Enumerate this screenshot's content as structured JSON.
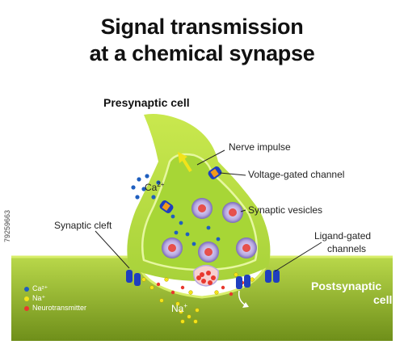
{
  "title": {
    "line1": "Signal transmission",
    "line2": "at a chemical synapse"
  },
  "labels": {
    "presynaptic": "Presynaptic cell",
    "nerve_impulse": "Nerve impulse",
    "voltage_gated": "Voltage-gated channel",
    "ca_ion": "Ca",
    "ca_sup": "2+",
    "synaptic_vesicles": "Synaptic vesicles",
    "synaptic_cleft": "Synaptic cleft",
    "ligand_gated_1": "Ligand-gated",
    "ligand_gated_2": "channels",
    "postsynaptic_1": "Postsynaptic",
    "postsynaptic_2": "cell",
    "na_ion": "Na",
    "na_sup": "+"
  },
  "legend": [
    {
      "label": "Ca²⁺",
      "color": "#1f5fbf"
    },
    {
      "label": "Na⁺",
      "color": "#f2e31a"
    },
    {
      "label": "Neurotransmitter",
      "color": "#e8382e"
    }
  ],
  "stock_id": "79259663",
  "colors": {
    "cell_green": "#b7e04a",
    "cell_dark": "#7fae1e",
    "membrane": "#d8f06a",
    "vesicle": "#b8a9e0",
    "neurotransmitter": "#e8382e",
    "channel": "#1f3fbf"
  }
}
